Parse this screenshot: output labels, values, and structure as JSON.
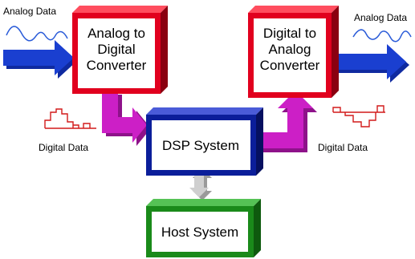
{
  "boxes": {
    "adc": {
      "lines": [
        "Analog to",
        "Digital",
        "Converter"
      ],
      "color": "#e1001e"
    },
    "dac": {
      "lines": [
        "Digital to",
        "Analog",
        "Converter"
      ],
      "color": "#e1001e"
    },
    "dsp": {
      "label": "DSP System",
      "color": "#0b1e9a"
    },
    "host": {
      "label": "Host System",
      "color": "#1a8a1a"
    }
  },
  "labels": {
    "analog_in": "Analog Data",
    "analog_out": "Analog Data",
    "digital_in": "Digital Data",
    "digital_out": "Digital Data"
  },
  "colors": {
    "analog_arrow": "#1a3fd0",
    "digital_arrow": "#cc1fc6",
    "bus_arrow": "#bdbdbd",
    "analog_wave": "#2a5bd8",
    "digital_wave": "#d21a1a"
  }
}
